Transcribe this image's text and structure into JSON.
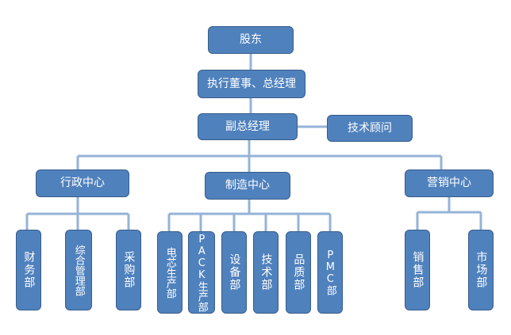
{
  "org_chart": {
    "shareholders": "股东",
    "executive_director_gm": "执行董事、总经理",
    "deputy_gm": "副总经理",
    "technical_advisor": "技术顾问",
    "centers": {
      "admin": {
        "label": "行政中心",
        "departments": [
          "财务部",
          "综合管理部",
          "采购部"
        ]
      },
      "manufacturing": {
        "label": "制造中心",
        "departments": [
          "电芯生产部",
          "PACK生产部",
          "设备部",
          "技术部",
          "品质部",
          "PMC部"
        ]
      },
      "marketing": {
        "label": "营销中心",
        "departments": [
          "销售部",
          "市场部"
        ]
      }
    }
  }
}
